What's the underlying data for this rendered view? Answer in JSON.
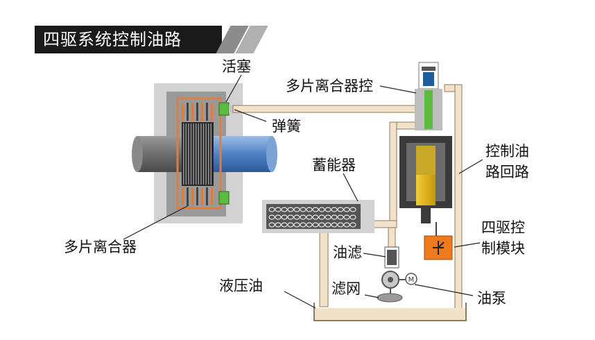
{
  "title": "四驱系统控制油路",
  "labels": {
    "piston": "活塞",
    "clutch_control": "多片离合器控",
    "spring": "弹簧",
    "control_circuit_line1": "控制油",
    "control_circuit_line2": "路回路",
    "accumulator": "蓄能器",
    "multi_plate_clutch": "多片离合器",
    "module_line1": "四驱控",
    "module_line2": "制模块",
    "oil_filter": "油滤",
    "hydraulic_oil": "液压油",
    "strainer": "滤网",
    "oil_pump": "油泵",
    "motor_symbol": "M"
  },
  "colors": {
    "oil_line": "#f2e3c8",
    "oil_line_border": "#8a7a66",
    "clutch_orange": "#d97f45",
    "solenoid_yellow": "#e8b410",
    "module_orange": "#ee7a1e",
    "piston_green": "#5cbb3c",
    "shaft_blue": "#5d8fc9",
    "housing_gray": "#d2d2d2"
  }
}
